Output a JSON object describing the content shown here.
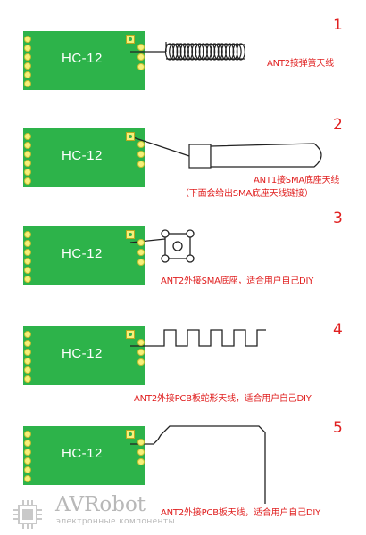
{
  "panels": [
    {
      "number": "1",
      "module_label": "HC-12",
      "caption_lines": [
        "ANT2接弹簧天线"
      ]
    },
    {
      "number": "2",
      "module_label": "HC-12",
      "caption_lines": [
        "ANT1接SMA底座天线",
        "（下面会给出SMA底座天线链接）"
      ]
    },
    {
      "number": "3",
      "module_label": "HC-12",
      "caption_lines": [
        "ANT2外接SMA底座，适合用户自己DIY"
      ]
    },
    {
      "number": "4",
      "module_label": "HC-12",
      "caption_lines": [
        "ANT2外接PCB板蛇形天线，适合用户自己DIY"
      ]
    },
    {
      "number": "5",
      "module_label": "HC-12",
      "caption_lines": [
        "ANT2外接PCB板天线，适合用户自己DIY"
      ]
    }
  ],
  "watermark": {
    "brand": "AVRobot",
    "subtitle": "электронные компоненты"
  },
  "colors": {
    "module": "#2db34a",
    "pins": "#f6f07a",
    "accent": "#e02020",
    "line": "#222222",
    "watermark": "#b8b8b8"
  }
}
